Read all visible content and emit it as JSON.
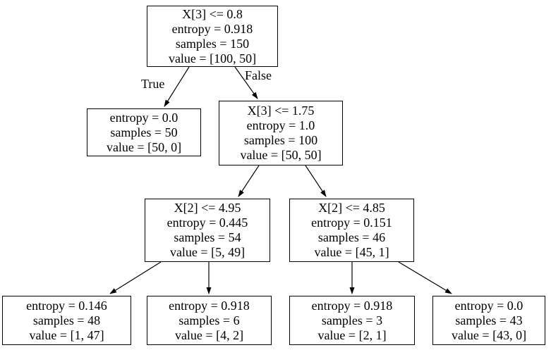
{
  "diagram": {
    "type": "decision-tree",
    "background_color": "#ffffff",
    "node_border_color": "#000000",
    "text_color": "#000000",
    "edge_labels": {
      "true": "True",
      "false": "False"
    },
    "nodes": [
      {
        "id": "root",
        "lines": [
          "X[3] <= 0.8",
          "entropy = 0.918",
          "samples = 150",
          "value = [100, 50]"
        ]
      },
      {
        "id": "left-leaf",
        "lines": [
          "entropy = 0.0",
          "samples = 50",
          "value = [50, 0]"
        ]
      },
      {
        "id": "right-split",
        "lines": [
          "X[3] <= 1.75",
          "entropy = 1.0",
          "samples = 100",
          "value = [50, 50]"
        ]
      },
      {
        "id": "split-x2-495",
        "lines": [
          "X[2] <= 4.95",
          "entropy = 0.445",
          "samples = 54",
          "value = [5, 49]"
        ]
      },
      {
        "id": "split-x2-485",
        "lines": [
          "X[2] <= 4.85",
          "entropy = 0.151",
          "samples = 46",
          "value = [45, 1]"
        ]
      },
      {
        "id": "leaf-1",
        "lines": [
          "entropy = 0.146",
          "samples = 48",
          "value = [1, 47]"
        ]
      },
      {
        "id": "leaf-2",
        "lines": [
          "entropy = 0.918",
          "samples = 6",
          "value = [4, 2]"
        ]
      },
      {
        "id": "leaf-3",
        "lines": [
          "entropy = 0.918",
          "samples = 3",
          "value = [2, 1]"
        ]
      },
      {
        "id": "leaf-4",
        "lines": [
          "entropy = 0.0",
          "samples = 43",
          "value = [43, 0]"
        ]
      }
    ]
  }
}
